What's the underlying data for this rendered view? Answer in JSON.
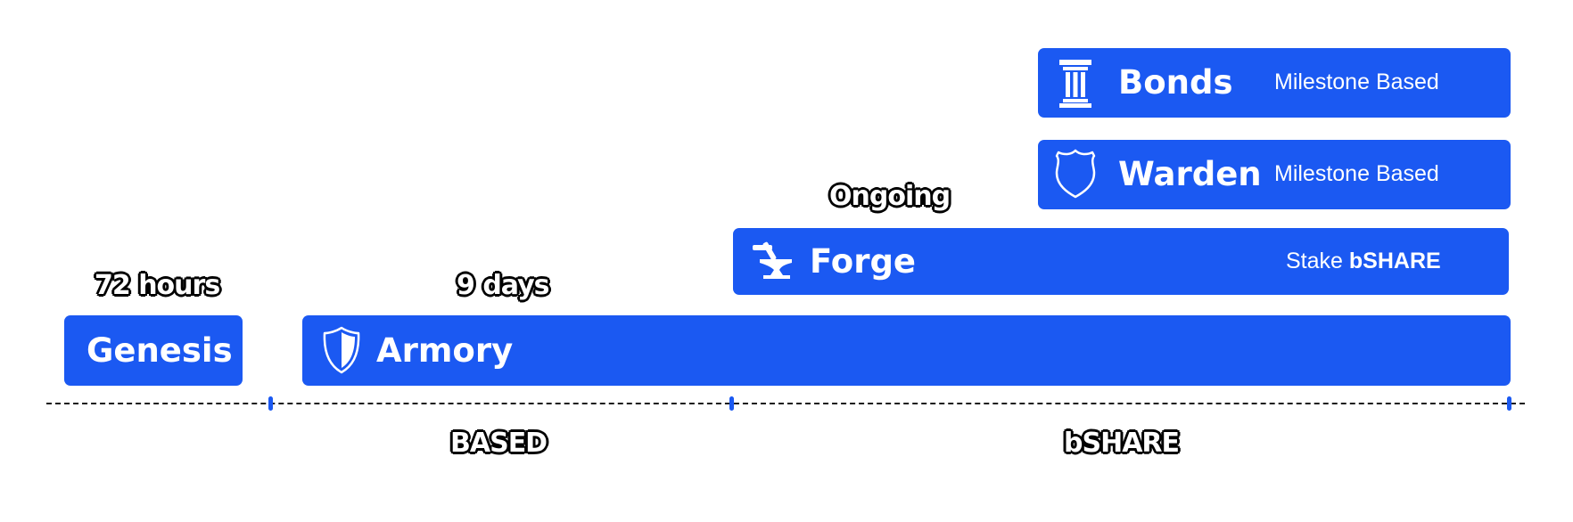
{
  "colors": {
    "bar": "#1b59f2",
    "text": "#ffffff",
    "axis": "#1a1a1a"
  },
  "phases": {
    "genesis": {
      "title": "Genesis",
      "duration": "72 hours"
    },
    "armory": {
      "title": "Armory",
      "duration": "9 days",
      "icon": "shield-icon"
    },
    "forge": {
      "title": "Forge",
      "duration": "Ongoing",
      "icon": "anvil-icon",
      "sub_prefix": "Stake",
      "sub_token": "bSHARE"
    },
    "warden": {
      "title": "Warden",
      "sub": "Milestone Based",
      "icon": "badge-shield-icon"
    },
    "bonds": {
      "title": "Bonds",
      "sub": "Milestone Based",
      "icon": "pillar-icon"
    }
  },
  "timeline": {
    "segments": [
      "BASED",
      "bSHARE"
    ]
  }
}
